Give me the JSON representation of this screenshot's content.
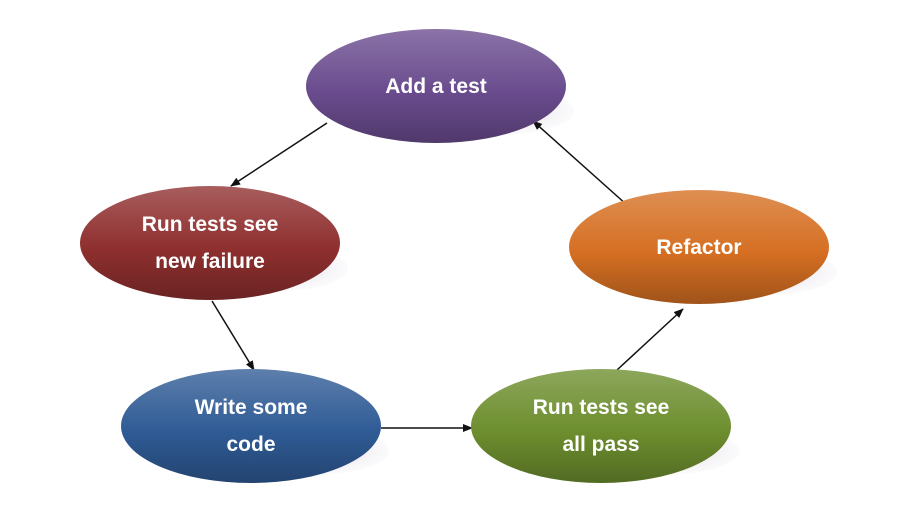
{
  "diagram": {
    "nodes": [
      {
        "id": "add-test",
        "label": "Add a test",
        "color": "#6a4c8e"
      },
      {
        "id": "run-tests-fail",
        "label": "Run tests see\nnew failure",
        "color": "#8f2f2f"
      },
      {
        "id": "write-code",
        "label": "Write some\ncode",
        "color": "#2f5b95"
      },
      {
        "id": "run-tests-pass",
        "label": "Run tests see\nall pass",
        "color": "#6d8e2e"
      },
      {
        "id": "refactor",
        "label": "Refactor",
        "color": "#d56f22"
      }
    ],
    "edges": [
      {
        "from": "add-test",
        "to": "run-tests-fail"
      },
      {
        "from": "run-tests-fail",
        "to": "write-code"
      },
      {
        "from": "write-code",
        "to": "run-tests-pass"
      },
      {
        "from": "run-tests-pass",
        "to": "refactor"
      },
      {
        "from": "refactor",
        "to": "add-test"
      }
    ]
  }
}
